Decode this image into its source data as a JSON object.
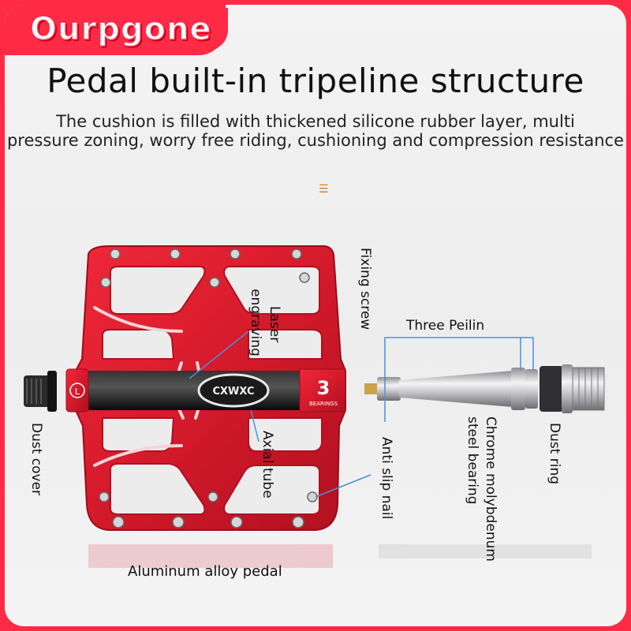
{
  "brand": {
    "name": "Ourpgone"
  },
  "headline": "Pedal built-in tripeline structure",
  "subtitle": {
    "line1": "The cushion is filled with thickened silicone rubber layer, multi",
    "line2": "pressure zoning, worry free riding, cushioning and compression resistance"
  },
  "labels": {
    "fixing_screw": "Fixing screw",
    "three_peilin": "Three Peilin",
    "laser_engraving_1": "Laser",
    "laser_engraving_2": "engraving",
    "axial_tube": "Axial tube",
    "dust_cover": "Dust cover",
    "anti_slip_nail": "Anti slip nail",
    "chrome_bearing_1": "Chrome molybdenum",
    "chrome_bearing_2": "steel bearing",
    "dust_ring": "Dust ring",
    "aluminum_pedal": "Aluminum alloy pedal"
  },
  "pedal_marks": {
    "logo": "CXWXC",
    "bearings_number": "3",
    "bearings_text": "BEARINGS",
    "side_letter": "L"
  },
  "colors": {
    "frame": "#ff2b46",
    "pedal_red": "#d8192b",
    "axle_silver": "#c9c9cc",
    "pointer_blue": "#4a90d9"
  }
}
